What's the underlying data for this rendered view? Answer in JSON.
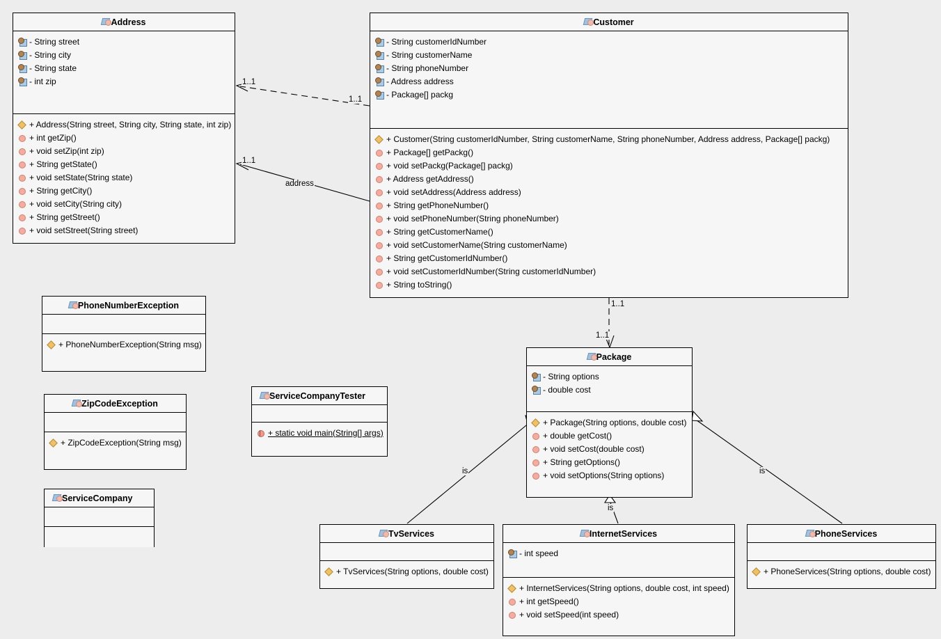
{
  "diagram": {
    "title": "Service Company UML Class Diagram",
    "background_color": "#ededed",
    "box_fill": "#f6f6f6",
    "border_color": "#000000"
  },
  "classes": {
    "address": {
      "name": "Address",
      "fields": [
        {
          "icon": "field-icon",
          "text": "- String street"
        },
        {
          "icon": "field-icon",
          "text": "- String city"
        },
        {
          "icon": "field-icon",
          "text": "- String state"
        },
        {
          "icon": "field-icon",
          "text": "- int zip"
        }
      ],
      "methods": [
        {
          "icon": "constructor-icon",
          "text": "+ Address(String street, String city, String state, int zip)"
        },
        {
          "icon": "method-icon",
          "text": "+ int getZip()"
        },
        {
          "icon": "method-icon",
          "text": "+ void setZip(int zip)"
        },
        {
          "icon": "method-icon",
          "text": "+ String getState()"
        },
        {
          "icon": "method-icon",
          "text": "+ void setState(String state)"
        },
        {
          "icon": "method-icon",
          "text": "+ String getCity()"
        },
        {
          "icon": "method-icon",
          "text": "+ void setCity(String city)"
        },
        {
          "icon": "method-icon",
          "text": "+ String getStreet()"
        },
        {
          "icon": "method-icon",
          "text": "+ void setStreet(String street)"
        }
      ]
    },
    "customer": {
      "name": "Customer",
      "fields": [
        {
          "icon": "field-icon",
          "text": "- String customerIdNumber"
        },
        {
          "icon": "field-icon",
          "text": "- String customerName"
        },
        {
          "icon": "field-icon",
          "text": "- String phoneNumber"
        },
        {
          "icon": "field-icon",
          "text": "- Address address"
        },
        {
          "icon": "field-icon",
          "text": "- Package[] packg"
        }
      ],
      "methods": [
        {
          "icon": "constructor-icon",
          "text": "+ Customer(String customerIdNumber, String customerName, String phoneNumber, Address address, Package[] packg)"
        },
        {
          "icon": "method-icon",
          "text": "+ Package[] getPackg()"
        },
        {
          "icon": "method-icon",
          "text": "+ void setPackg(Package[] packg)"
        },
        {
          "icon": "method-icon",
          "text": "+ Address getAddress()"
        },
        {
          "icon": "method-icon",
          "text": "+ void setAddress(Address address)"
        },
        {
          "icon": "method-icon",
          "text": "+ String getPhoneNumber()"
        },
        {
          "icon": "method-icon",
          "text": "+ void setPhoneNumber(String phoneNumber)"
        },
        {
          "icon": "method-icon",
          "text": "+ String getCustomerName()"
        },
        {
          "icon": "method-icon",
          "text": "+ void setCustomerName(String customerName)"
        },
        {
          "icon": "method-icon",
          "text": "+ String getCustomerIdNumber()"
        },
        {
          "icon": "method-icon",
          "text": "+ void setCustomerIdNumber(String customerIdNumber)"
        },
        {
          "icon": "method-icon",
          "text": "+ String toString()"
        }
      ]
    },
    "phone_number_exception": {
      "name": "PhoneNumberException",
      "fields": [],
      "methods": [
        {
          "icon": "constructor-icon",
          "text": "+ PhoneNumberException(String msg)"
        }
      ]
    },
    "zip_code_exception": {
      "name": "ZipCodeException",
      "fields": [],
      "methods": [
        {
          "icon": "constructor-icon",
          "text": "+ ZipCodeException(String msg)"
        }
      ]
    },
    "service_company": {
      "name": "ServiceCompany",
      "fields": [],
      "methods": []
    },
    "service_company_tester": {
      "name": "ServiceCompanyTester",
      "fields": [],
      "methods": [
        {
          "icon": "static-method-icon",
          "text": "+ static void main(String[] args)",
          "underline": true
        }
      ]
    },
    "package": {
      "name": "Package",
      "fields": [
        {
          "icon": "field-icon",
          "text": "- String options"
        },
        {
          "icon": "field-icon",
          "text": "- double cost"
        }
      ],
      "methods": [
        {
          "icon": "constructor-icon",
          "text": "+ Package(String options, double cost)"
        },
        {
          "icon": "method-icon",
          "text": "+ double getCost()"
        },
        {
          "icon": "method-icon",
          "text": "+ void setCost(double cost)"
        },
        {
          "icon": "method-icon",
          "text": "+ String getOptions()"
        },
        {
          "icon": "method-icon",
          "text": "+ void setOptions(String options)"
        }
      ]
    },
    "tv_services": {
      "name": "TvServices",
      "fields": [],
      "methods": [
        {
          "icon": "constructor-icon",
          "text": "+ TvServices(String options, double cost)"
        }
      ]
    },
    "internet_services": {
      "name": "InternetServices",
      "fields": [
        {
          "icon": "field-icon",
          "text": "- int speed"
        }
      ],
      "methods": [
        {
          "icon": "constructor-icon",
          "text": "+ InternetServices(String options, double cost, int speed)"
        },
        {
          "icon": "method-icon",
          "text": "+ int getSpeed()"
        },
        {
          "icon": "method-icon",
          "text": "+ void setSpeed(int speed)"
        }
      ]
    },
    "phone_services": {
      "name": "PhoneServices",
      "fields": [],
      "methods": [
        {
          "icon": "constructor-icon",
          "text": "+ PhoneServices(String options, double cost)"
        }
      ]
    }
  },
  "relationships": {
    "customer_depends_address": {
      "type": "dependency",
      "from": "Customer",
      "to": "Address",
      "source_multiplicity": "1..1",
      "target_multiplicity": "1..1",
      "label": ""
    },
    "customer_has_address": {
      "type": "association",
      "from": "Customer",
      "to": "Address",
      "target_multiplicity": "1..1",
      "label": "address"
    },
    "customer_depends_package": {
      "type": "dependency",
      "from": "Customer",
      "to": "Package",
      "source_multiplicity": "1..1",
      "target_multiplicity": "1..1",
      "label": ""
    },
    "tv_is_package": {
      "type": "generalization",
      "from": "TvServices",
      "to": "Package",
      "label": "is"
    },
    "internet_is_package": {
      "type": "generalization",
      "from": "InternetServices",
      "to": "Package",
      "label": "is"
    },
    "phone_is_package": {
      "type": "generalization",
      "from": "PhoneServices",
      "to": "Package",
      "label": "is"
    }
  }
}
